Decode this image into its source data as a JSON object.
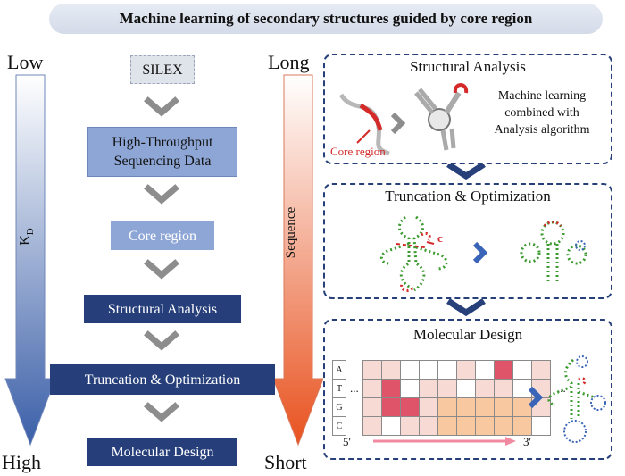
{
  "header": {
    "title": "Machine learning of secondary structures guided by core region"
  },
  "kd_axis": {
    "top": "Low",
    "bottom": "High",
    "label_main": "K",
    "label_sub": "D"
  },
  "sequence_axis": {
    "top": "Long",
    "bottom": "Short",
    "label": "Sequence"
  },
  "flow_steps": [
    {
      "label": "SILEX"
    },
    {
      "label_line1": "High-Throughput",
      "label_line2": "Sequencing Data"
    },
    {
      "label": "Core region"
    },
    {
      "label": "Structural Analysis"
    },
    {
      "label": "Truncation & Optimization"
    },
    {
      "label": "Molecular Design"
    }
  ],
  "panels": {
    "structural": {
      "title": "Structural Analysis",
      "core_label": "Core region",
      "ml_line1": "Machine learning",
      "ml_line2": "combined with",
      "ml_line3": "Analysis algorithm"
    },
    "truncation": {
      "title": "Truncation & Optimization",
      "cut_label": "c"
    },
    "design": {
      "title": "Molecular Design",
      "bases": [
        "A",
        "T",
        "G",
        "C"
      ],
      "dots": "...",
      "five_prime": "5'",
      "three_prime": "3'"
    }
  },
  "colors": {
    "kd_arrow_top": "#ffffff",
    "kd_arrow_bottom": "#3b5fa8",
    "seq_arrow_top": "#ffffff",
    "seq_arrow_bottom": "#e8521f",
    "box_light": "#dfe3ea",
    "box_mid": "#8ea6d6",
    "box_dark": "#263f7a",
    "panel_border": "#27407a",
    "core_red": "#d42a2a",
    "rna_green": "#3b9b2f",
    "heat_light": "#f6dad3",
    "heat_dark": "#e0546a",
    "heat_orange": "#f8c9a0"
  },
  "heatmap": [
    [
      1,
      1,
      0,
      0,
      0,
      1,
      0,
      2,
      0,
      1
    ],
    [
      1,
      2,
      0,
      1,
      1,
      0,
      1,
      1,
      0,
      1
    ],
    [
      1,
      2,
      2,
      1,
      3,
      3,
      3,
      3,
      3,
      1
    ],
    [
      1,
      0,
      1,
      1,
      3,
      3,
      3,
      3,
      3,
      0
    ]
  ]
}
